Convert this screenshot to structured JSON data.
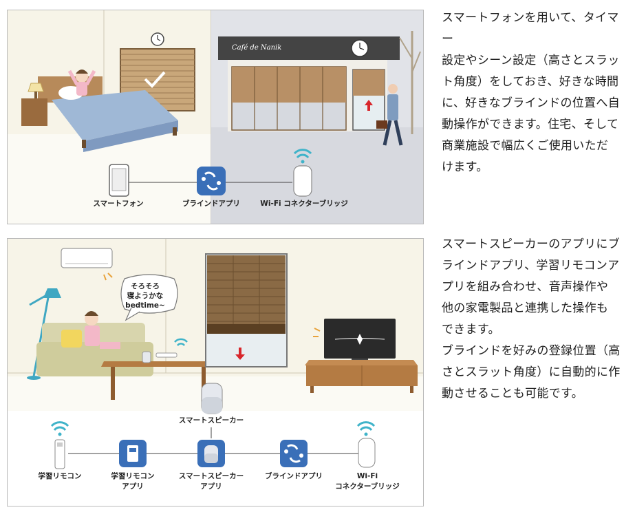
{
  "panel1": {
    "cafe_sign": "Café de Nanik",
    "diagram_labels": {
      "smartphone": "スマートフォン",
      "blind_app": "ブラインドアプリ",
      "bridge": "Wi-Fi コネクターブリッジ"
    }
  },
  "panel2": {
    "speech_bubble": [
      "そろそろ",
      "寝ようかな",
      "bedtime~"
    ],
    "speaker_label": "スマートスピーカー",
    "diagram_labels": {
      "remote": "学習リモコン",
      "remote_app": [
        "学習リモコン",
        "アプリ"
      ],
      "speaker_app": [
        "スマートスピーカー",
        "アプリ"
      ],
      "blind_app": "ブラインドアプリ",
      "bridge": [
        "Wi-Fi",
        "コネクターブリッジ"
      ]
    }
  },
  "descriptions": {
    "desc1": [
      "スマートフォンを用いて、タイマー",
      "設定やシーン設定（高さとスラッ",
      "ト角度）をしておき、好きな時間",
      "に、好きなブラインドの位置へ自",
      "動操作ができます。住宅、そして",
      "商業施設で幅広くご使用いただ",
      "けます。"
    ],
    "desc2": [
      "スマートスピーカーのアプリにブ",
      "ラインドアプリ、学習リモコンア",
      "プリを組み合わせ、音声操作や",
      "他の家電製品と連携した操作も",
      "できます。",
      "ブラインドを好みの登録位置（高",
      "さとスラット角度）に自動的に作",
      "動させることも可能です。"
    ]
  },
  "colors": {
    "app_icon_blue": "#3a6fb8",
    "wifi_teal": "#3fb3c9",
    "blind_wood": "#8a6a45",
    "arrow_red": "#d8262b"
  }
}
